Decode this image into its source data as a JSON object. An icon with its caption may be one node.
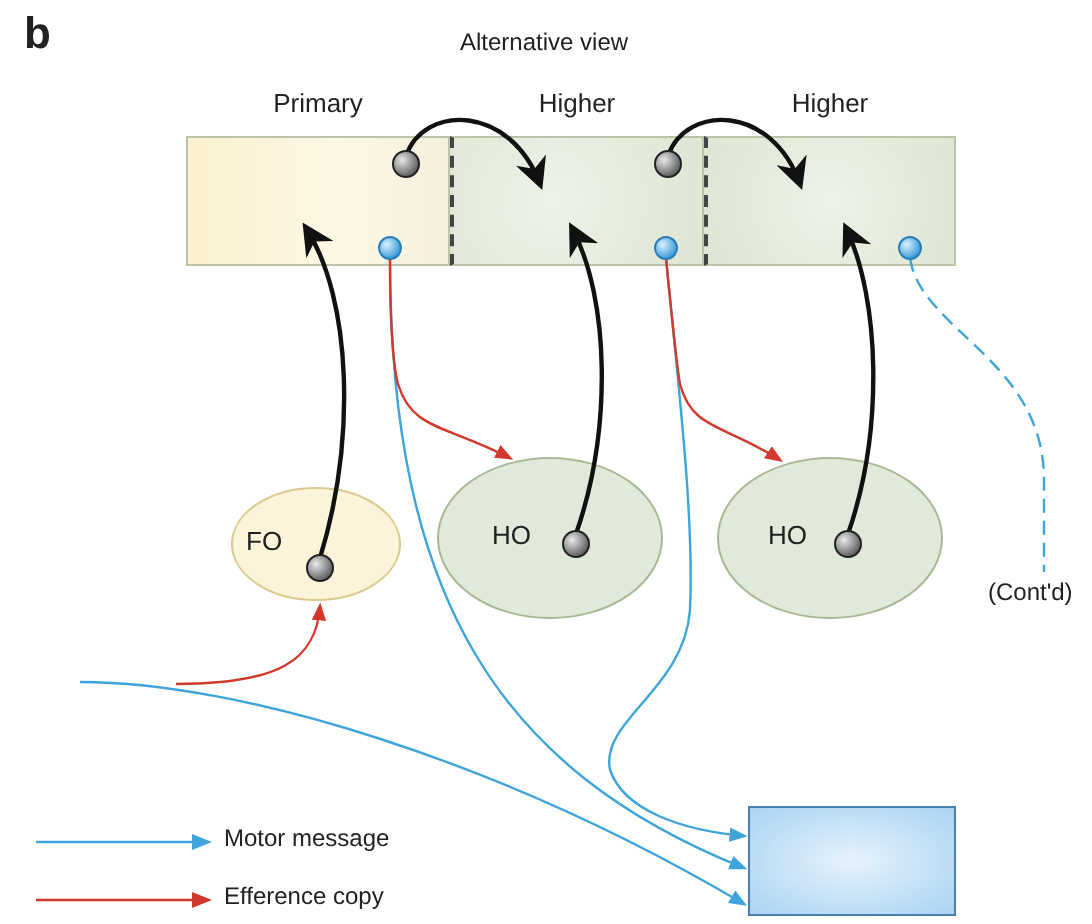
{
  "diagram": {
    "title": "Alternative view",
    "nodes": [
      {
        "text": [
          "Primary"
        ]
      },
      {
        "text": [
          "Higher"
        ]
      },
      {
        "text": [
          "Higher"
        ]
      },
      {
        "text": [
          "FO"
        ]
      },
      {
        "text": [
          "HO"
        ]
      },
      {
        "text": [
          "HO"
        ]
      },
      {
        "text": [],
        "shape": "box"
      },
      {
        "text": [
          "(Cont'd)"
        ]
      }
    ],
    "edges": [
      {
        "from": 0,
        "to": 1,
        "arrow": "to"
      },
      {
        "from": 1,
        "to": 2,
        "arrow": "to"
      },
      {
        "from": 3,
        "to": 0,
        "arrow": "to"
      },
      {
        "from": 4,
        "to": 1,
        "arrow": "to"
      },
      {
        "from": 5,
        "to": 2,
        "arrow": "to"
      },
      {
        "from": 0,
        "to": 6,
        "arrow": "to",
        "color": "#3fa3dc"
      },
      {
        "from": 0,
        "to": 4,
        "arrow": "to",
        "color": "#d0392b"
      },
      {
        "from": 1,
        "to": 6,
        "arrow": "to",
        "color": "#3fa3dc"
      },
      {
        "from": 1,
        "to": 5,
        "arrow": "to",
        "color": "#d0392b"
      },
      {
        "from": 2,
        "to": 7,
        "arrow": "none",
        "style": "dashed",
        "color": "#3fa3dc"
      },
      {
        "from": null,
        "to": 6,
        "arrow": "to",
        "color": "#3fa3dc"
      },
      {
        "from": null,
        "to": 3,
        "arrow": "to",
        "color": "#d0392b"
      }
    ],
    "labels": [
      "b"
    ],
    "legend": [
      {
        "text": "Motor message"
      },
      {
        "text": "Efference copy"
      }
    ]
  }
}
